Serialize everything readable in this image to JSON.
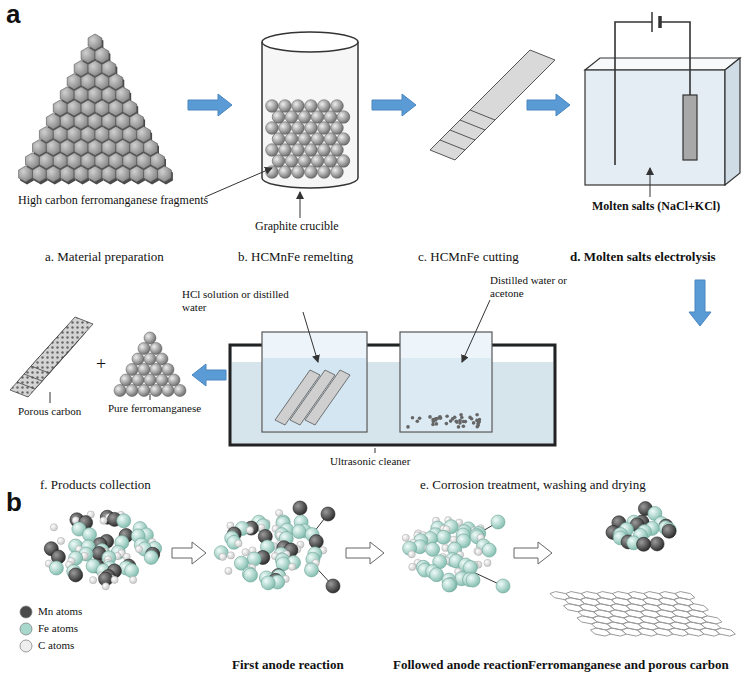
{
  "diagram": {
    "labels": [
      "a",
      "High carbon ferromanganese fragments",
      "Graphite crucible",
      "Molten salts (NaCl+KCl)",
      "a. Material preparation",
      "b. HCMnFe remelting",
      "c. HCMnFe cutting",
      "d. Molten salts electrolysis",
      "HCl solution or distilled water",
      "Distilled water or acetone",
      "Porous carbon",
      "+",
      "Pure ferromanganese",
      "Ultrasonic cleaner",
      "f. Products collection",
      "e. Corrosion treatment, washing and drying",
      "b",
      "First anode reaction",
      "Followed anode reaction",
      "Ferromanganese and porous carbon"
    ],
    "legend": [
      {
        "text": "Mn atoms",
        "color": "#4a4a4a"
      },
      {
        "text": "Fe atoms",
        "color": "#a8d8cc"
      },
      {
        "text": "C atoms",
        "color": "#eeeeee"
      }
    ]
  }
}
